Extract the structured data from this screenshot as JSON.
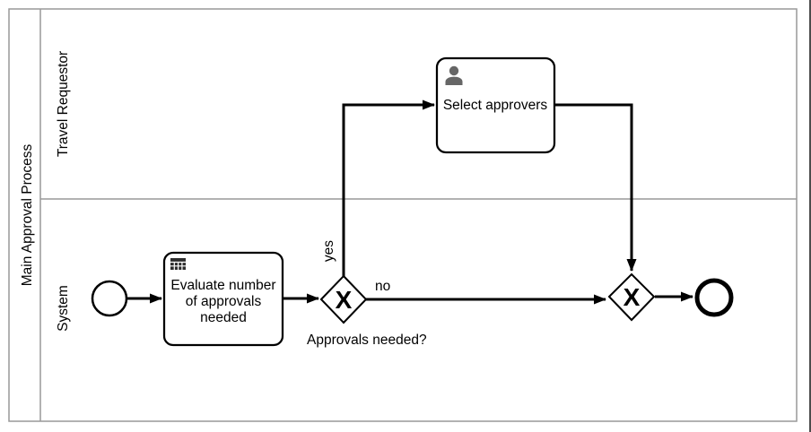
{
  "diagram": {
    "type": "bpmn-process",
    "pool": {
      "label": "Main Approval Process"
    },
    "lanes": [
      {
        "label": "Travel Requestor"
      },
      {
        "label": "System"
      }
    ],
    "nodes": {
      "start_event": {
        "kind": "start-event"
      },
      "evaluate_task": {
        "lines": [
          "Evaluate number",
          "of approvals",
          "needed"
        ],
        "icon": "business-rule-table-icon"
      },
      "decision_gateway": {
        "symbol": "X",
        "label": "Approvals needed?"
      },
      "select_task": {
        "label": "Select approvers",
        "icon": "user-icon"
      },
      "merge_gateway": {
        "symbol": "X"
      },
      "end_event": {
        "kind": "end-event"
      }
    },
    "flow_labels": {
      "yes": "yes",
      "no": "no"
    },
    "colors": {
      "shape_stroke": "#000000",
      "lane_border": "#999999",
      "icon_gray": "#666666",
      "rule_icon_dark": "#2d2d2d"
    }
  }
}
